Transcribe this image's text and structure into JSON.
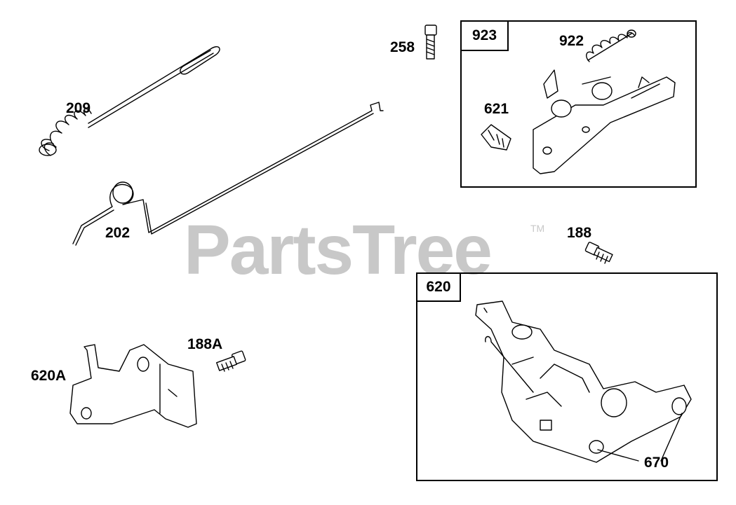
{
  "watermark": {
    "text": "PartsTree",
    "tm": "TM"
  },
  "callouts": {
    "c258": "258",
    "c209": "209",
    "c202": "202",
    "c923": "923",
    "c922": "922",
    "c621": "621",
    "c188": "188",
    "c620": "620",
    "c620A": "620A",
    "c188A": "188A",
    "c670": "670"
  }
}
